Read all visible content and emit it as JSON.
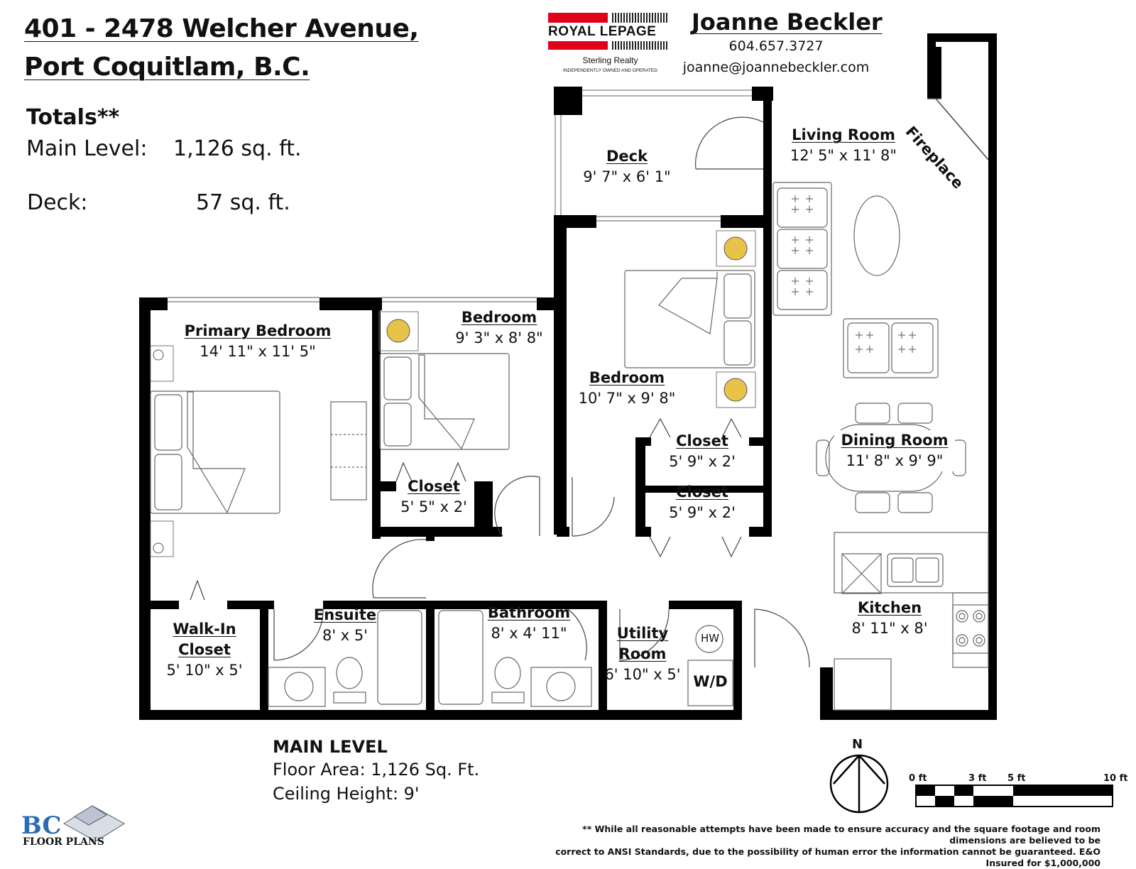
{
  "address": {
    "line1": "401 - 2478 Welcher Avenue,",
    "line2": "Port Coquitlam, B.C."
  },
  "totals": {
    "heading": "Totals**",
    "main_label": "Main Level:",
    "main_value": "1,126 sq. ft.",
    "deck_label": "Deck:",
    "deck_value": "57 sq. ft."
  },
  "brand": {
    "name": "ROYAL LEPAGE",
    "sub": "Sterling Realty",
    "tagline": "INDEPENDENTLY OWNED AND OPERATED",
    "red": "#e3001b"
  },
  "agent": {
    "name": "Joanne Beckler",
    "phone": "604.657.3727",
    "email": "joanne@joannebeckler.com"
  },
  "rooms": {
    "living": {
      "name": "Living Room",
      "dim": "12' 5\" x 11' 8\""
    },
    "fireplace": "Fireplace",
    "deck": {
      "name": "Deck",
      "dim": "9' 7\" x 6' 1\""
    },
    "primary": {
      "name": "Primary Bedroom",
      "dim": "14' 11\" x 11' 5\""
    },
    "bedroom2": {
      "name": "Bedroom",
      "dim": "9' 3\" x 8' 8\""
    },
    "bedroom3": {
      "name": "Bedroom",
      "dim": "10' 7\" x 9' 8\""
    },
    "closet_a": {
      "name": "Closet",
      "dim": "5' 9\" x 2'"
    },
    "closet_b": {
      "name": "Closet",
      "dim": "5' 9\" x 2'"
    },
    "closet_c": {
      "name": "Closet",
      "dim": "5' 5\" x 2'"
    },
    "dining": {
      "name": "Dining Room",
      "dim": "11' 8\" x 9' 9\""
    },
    "kitchen": {
      "name": "Kitchen",
      "dim": "8' 11\" x 8'"
    },
    "walkin": {
      "name1": "Walk-In",
      "name2": "Closet",
      "dim": "5' 10\" x 5'"
    },
    "ensuite": {
      "name": "Ensuite",
      "dim": "8' x 5'"
    },
    "bathroom": {
      "name": "Bathroom",
      "dim": "8' x 4' 11\""
    },
    "utility": {
      "name1": "Utility",
      "name2": "Room",
      "dim": "6' 10\" x 5'"
    },
    "hw": "HW",
    "wd": "W/D"
  },
  "main_level": {
    "title": "MAIN LEVEL",
    "area": "Floor Area: 1,126 Sq. Ft.",
    "ceiling": "Ceiling Height: 9'"
  },
  "compass": "N",
  "scale": {
    "labels": [
      "0 ft",
      "3 ft",
      "5 ft",
      "10 ft"
    ]
  },
  "logo": {
    "letters": "BC",
    "text": "FLOOR PLANS"
  },
  "disclaimer": {
    "line1": "** While all reasonable attempts have been made to ensure accuracy and the square footage and room dimensions are believed to be",
    "line2": "correct to ANSI Standards, due to the possibility of human error the information cannot be guaranteed. E&O Insured for $1,000,000"
  }
}
